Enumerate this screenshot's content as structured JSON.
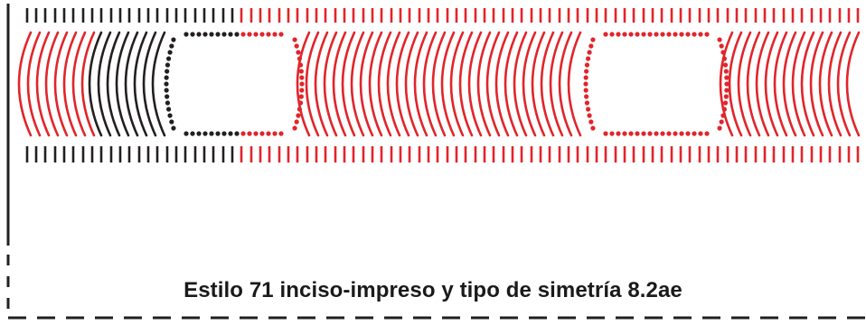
{
  "figure": {
    "caption": "Estilo 71 inciso-impreso y tipo de simetría 8.2ae",
    "colors": {
      "red": "#e1252a",
      "black": "#231f20",
      "background": "#ffffff"
    },
    "motif": {
      "elements": [
        "short vertical strokes",
        "concentric arcs",
        "dotted rounded rectangles"
      ],
      "dotted_rectangles": 2
    }
  }
}
